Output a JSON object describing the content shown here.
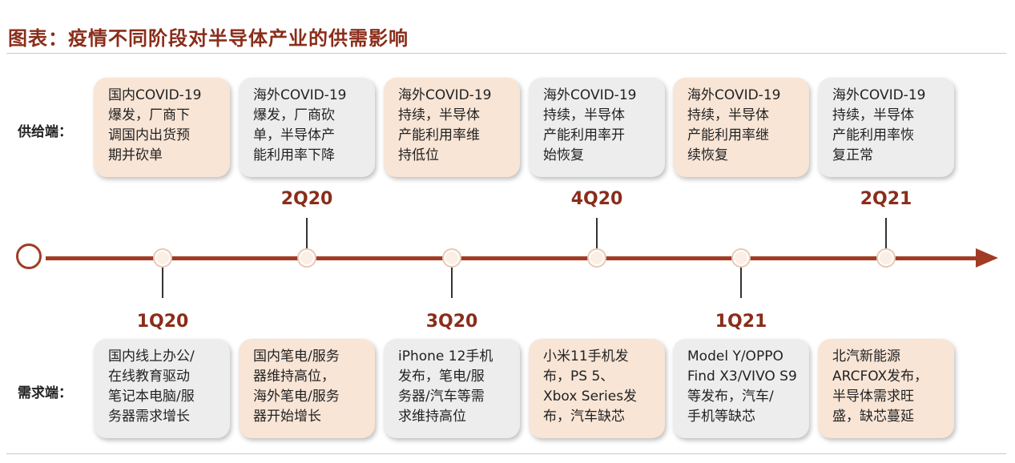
{
  "title": "图表：疫情不同阶段对半导体产业的供需影响",
  "labels": {
    "supply": "供给端：",
    "demand": "需求端："
  },
  "colors": {
    "title": "#8a2d1a",
    "axis": "#a23b24",
    "card_peach": "#f8e5d6",
    "card_grey": "#ededed"
  },
  "quarters": {
    "q1_20": "1Q20",
    "q2_20": "2Q20",
    "q3_20": "3Q20",
    "q4_20": "4Q20",
    "q1_21": "1Q21",
    "q2_21": "2Q21"
  },
  "supply": [
    {
      "lines": [
        "国内COVID-19",
        "爆发，厂商下",
        "调国内出货预",
        "期并砍单"
      ]
    },
    {
      "lines": [
        "海外COVID-19",
        "爆发，厂商砍",
        "单，半导体产",
        "能利用率下降"
      ]
    },
    {
      "lines": [
        "海外COVID-19",
        "持续，半导体",
        "产能利用率维",
        "持低位"
      ]
    },
    {
      "lines": [
        "海外COVID-19",
        "持续，半导体",
        "产能利用率开",
        "始恢复"
      ]
    },
    {
      "lines": [
        "海外COVID-19",
        "持续，半导体",
        "产能利用率继",
        "续恢复"
      ]
    },
    {
      "lines": [
        "海外COVID-19",
        "持续，半导体",
        "产能利用率恢",
        "复正常"
      ]
    }
  ],
  "demand": [
    {
      "lines": [
        "国内线上办公/",
        "在线教育驱动",
        "笔记本电脑/服",
        "务器需求增长"
      ]
    },
    {
      "lines": [
        "国内笔电/服务",
        "器维持高位，",
        "海外笔电/服务",
        "器开始增长"
      ]
    },
    {
      "lines": [
        "iPhone 12手机",
        "发布，笔电/服",
        "务器/汽车等需",
        "求维持高位"
      ]
    },
    {
      "lines": [
        "小米11手机发",
        "布，PS 5、",
        "Xbox Series发",
        "布，汽车缺芯"
      ]
    },
    {
      "lines": [
        "Model Y/OPPO",
        "Find X3/VIVO S9",
        "等发布，汽车/",
        "手机等缺芯"
      ]
    },
    {
      "lines": [
        "北汽新能源",
        "ARCFOX发布，",
        "半导体需求旺",
        "盛，缺芯蔓延"
      ]
    }
  ]
}
